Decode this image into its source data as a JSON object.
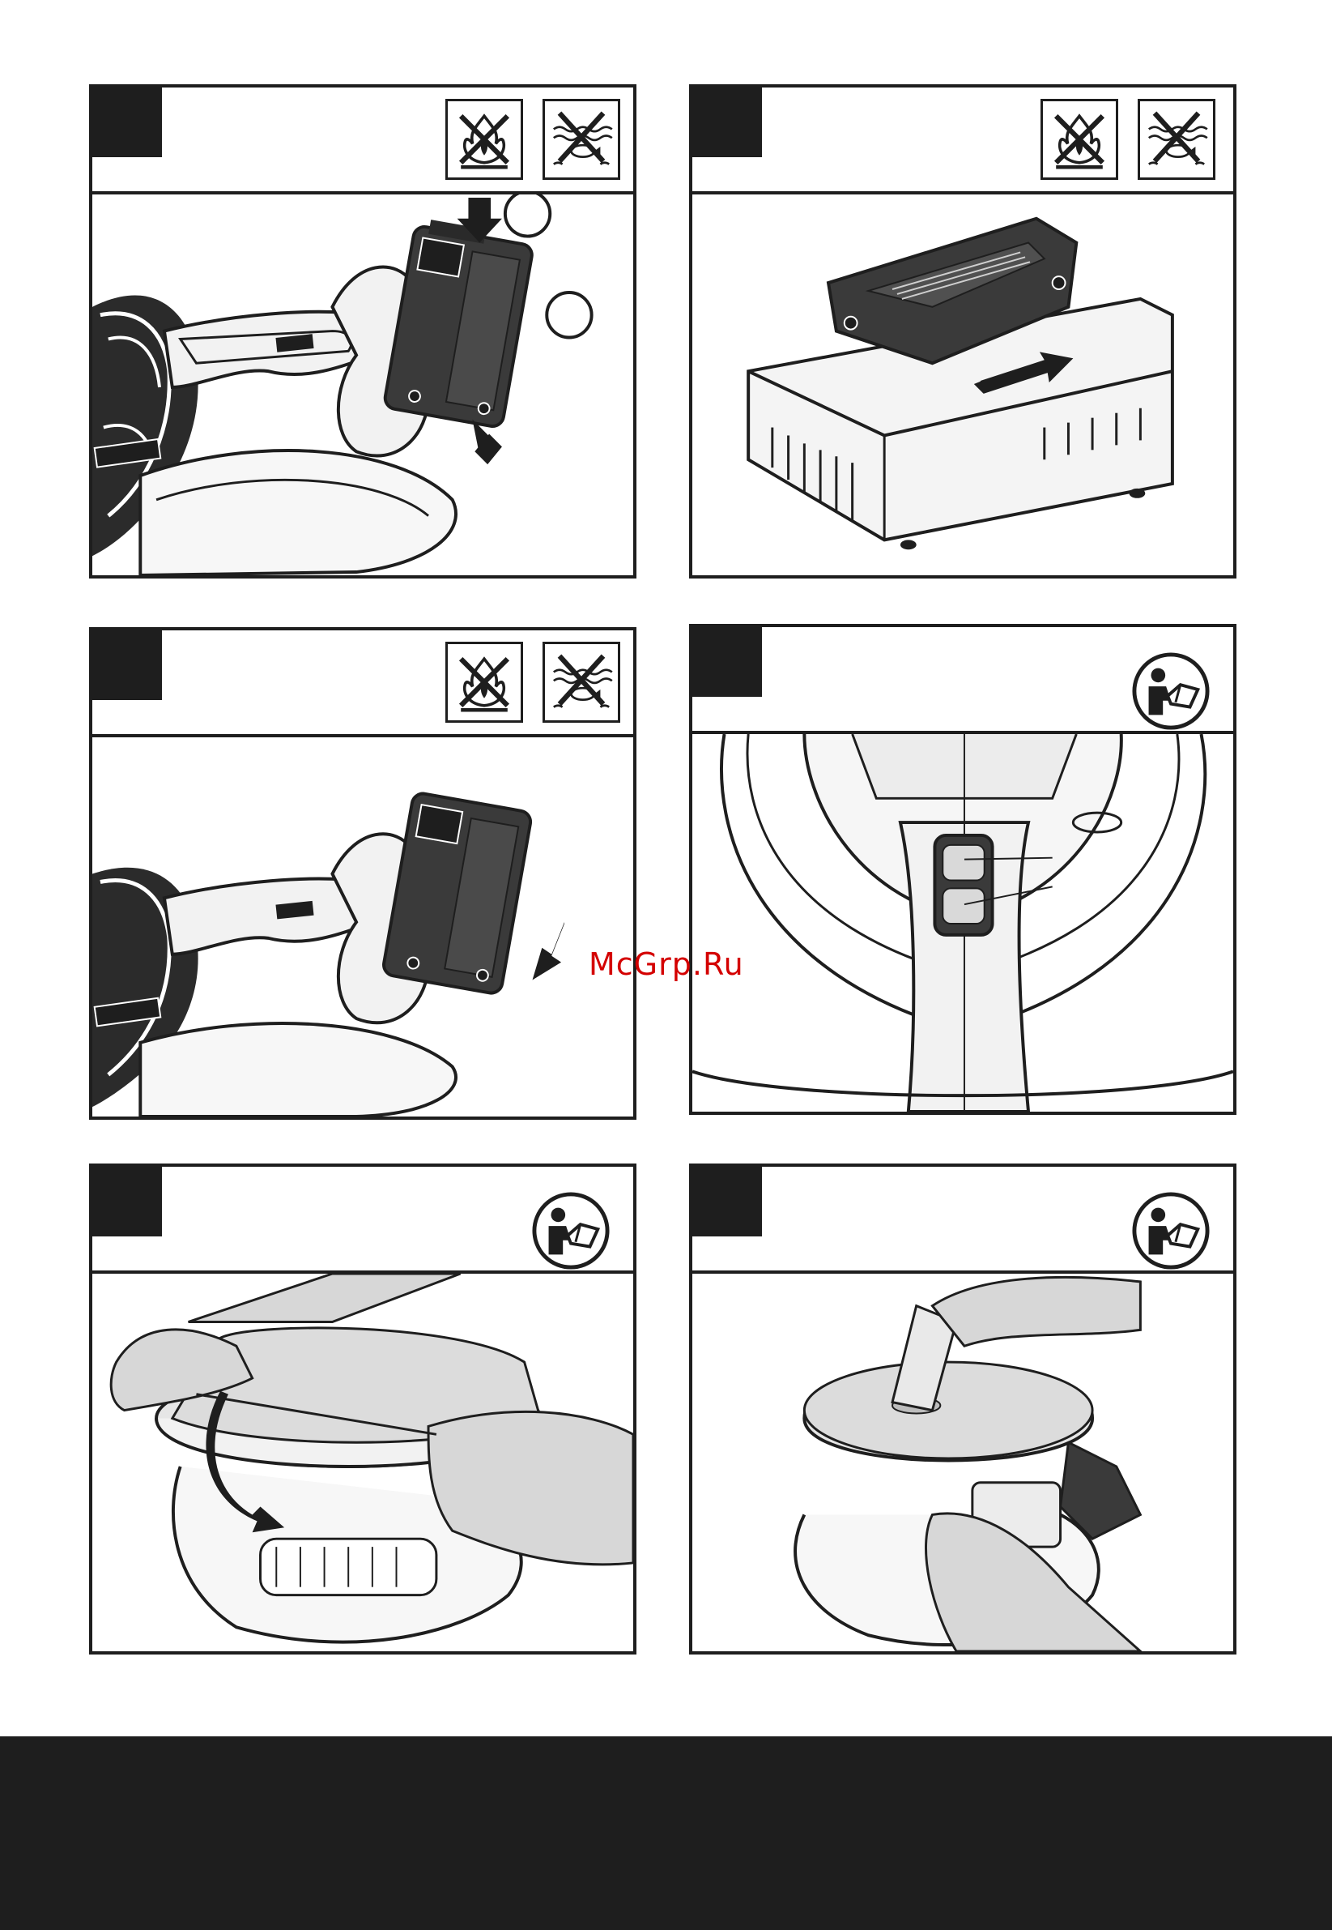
{
  "watermark": {
    "text": "McGrp.Ru",
    "color": "#d40000"
  },
  "colors": {
    "frame": "#1e1e1e",
    "battery": "#3a3a3a",
    "light_fill": "#e6e6e6"
  },
  "panels": [
    {
      "id": "fig-install-battery",
      "header_icons": [
        "no-fire-icon",
        "no-water-icon"
      ],
      "callouts": [
        "",
        ""
      ]
    },
    {
      "id": "fig-charger",
      "header_icons": [
        "no-fire-icon",
        "no-water-icon"
      ]
    },
    {
      "id": "fig-remove-battery",
      "header_icons": [
        "no-fire-icon",
        "no-water-icon"
      ]
    },
    {
      "id": "fig-switch",
      "header_icons": [
        "read-manual-icon"
      ]
    },
    {
      "id": "fig-fit-bonnet",
      "header_icons": [
        "read-manual-icon"
      ]
    },
    {
      "id": "fig-apply-wax",
      "header_icons": [
        "read-manual-icon"
      ]
    }
  ]
}
